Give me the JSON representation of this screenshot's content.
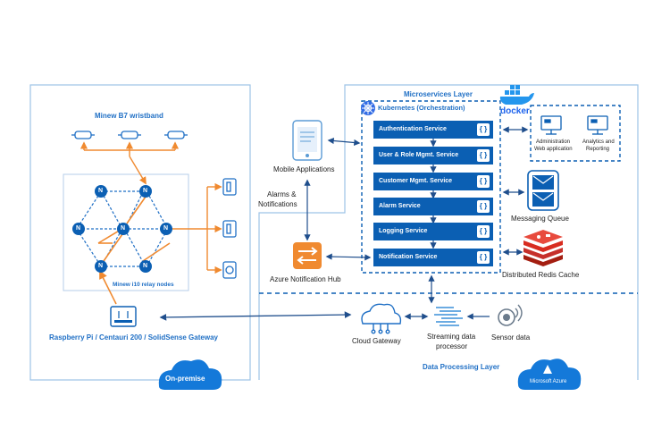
{
  "labels": {
    "wristband": "Minew B7 wristband",
    "relay": "Minew i10 relay nodes",
    "gateway": "Raspberry Pi / Centauri 200 / SolidSense Gateway",
    "onprem": "On-premise",
    "microservices": "Microservices Layer",
    "kubernetes": "Kubernetes (Orchestration)",
    "docker": "docker",
    "mobile_line1": "Mobile  Applications",
    "alarms_line1": "Alarms &",
    "alarms_line2": "Notifications",
    "hub": "Azure Notification Hub",
    "admin_line1": "Administration",
    "admin_line2": "Web application",
    "analytics_line1": "Analytics and",
    "analytics_line2": "Reporting",
    "messaging": "Messaging Queue",
    "redis": "Distributed Redis Cache",
    "cloudgw": "Cloud Gateway",
    "stream_line1": "Streaming data",
    "stream_line2": "processor",
    "sensor": "Sensor data",
    "dataproc": "Data Processing Layer",
    "azure": "Microsoft Azure",
    "node_letter": "N"
  },
  "services": [
    "Authentication Service",
    "User & Role Mgmt. Service",
    "Customer Mgmt. Service",
    "Alarm Service",
    "Logging Service",
    "Notification Service"
  ],
  "service_icon": "{ }",
  "colors": {
    "azure_blue": "#0b5fb3",
    "label_blue": "#1f6fc5",
    "orange": "#f08a30",
    "frame": "#5b9bd5"
  }
}
